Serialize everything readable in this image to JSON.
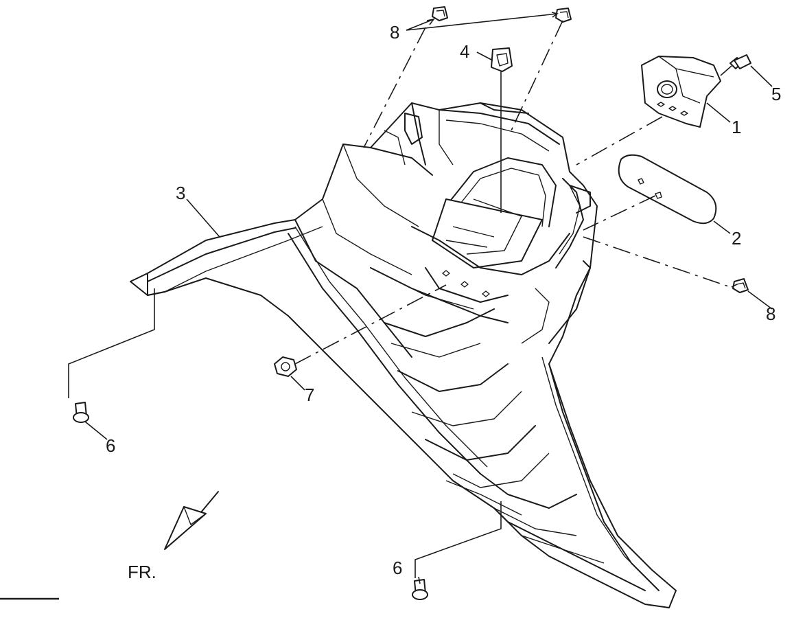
{
  "callouts": {
    "part_1": "1",
    "part_2": "2",
    "part_3": "3",
    "part_4": "4",
    "part_5": "5",
    "part_6_left": "6",
    "part_6_bottom": "6",
    "part_7": "7",
    "part_8_top": "8",
    "part_8_right": "8"
  },
  "direction_label": "FR."
}
